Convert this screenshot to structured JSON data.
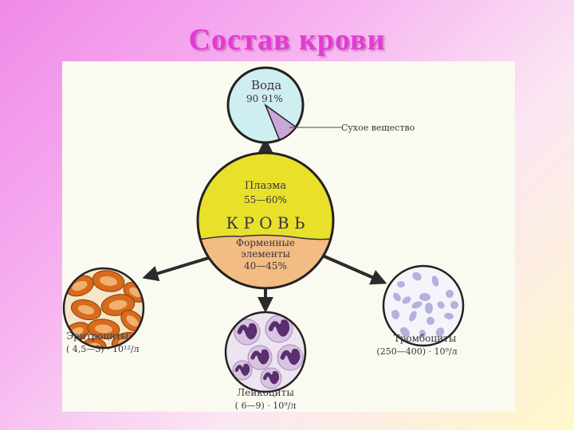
{
  "slide": {
    "title": "Состав крови"
  },
  "water": {
    "label": "Вода",
    "percent": "90  91%",
    "fraction": 0.91,
    "dry_label": "Сухое вещество"
  },
  "center": {
    "plasma_label": "Плазма",
    "plasma_percent": "55—60%",
    "blood_label": "К Р О В Ь",
    "formed_label_1": "Форменные",
    "formed_label_2": "элементы",
    "formed_percent": "40—45%"
  },
  "erythrocytes": {
    "name": "Эритроциты",
    "count": "( 4,5—5) · 10¹²/л"
  },
  "leukocytes": {
    "name": "Лейкоциты",
    "count": "( 6—9) · 10⁹/л"
  },
  "platelets": {
    "name": "Тромбоциты",
    "count": "(250—400) · 10⁹/л"
  },
  "colors": {
    "title": "#e23bd3",
    "plasma": "#e9e02a",
    "formed": "#f3bc83",
    "water": "#cfeef0",
    "dry": "#caa7d8",
    "erythrocyte": "#d86a1c",
    "leukocyte_nucleus": "#5a2f6e",
    "platelet": "#a6a6d6"
  }
}
